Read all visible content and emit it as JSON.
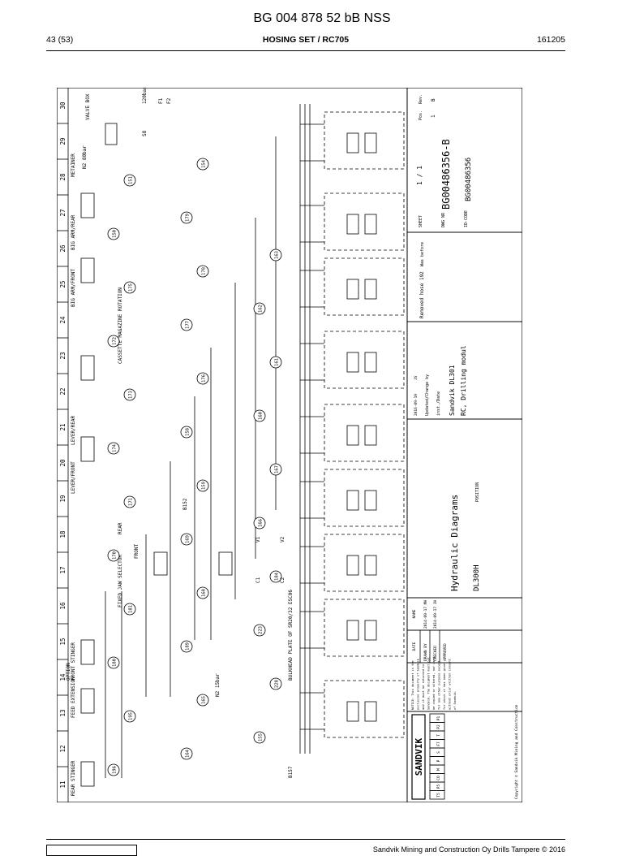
{
  "document_id": "BG 004 878 52 bB NSS",
  "page": "43 (53)",
  "section": "HOSING SET / RC705",
  "date_code": "161205",
  "footer": "Sandvik Mining and Construction Oy Drills Tampere © 2016",
  "drawing": {
    "grid_numbers": [
      "11",
      "12",
      "13",
      "14",
      "15",
      "16",
      "17",
      "18",
      "19",
      "20",
      "21",
      "22",
      "23",
      "24",
      "25",
      "26",
      "27",
      "28",
      "29",
      "30"
    ],
    "component_labels": [
      "REAR STINGER",
      "FEED EXTENSION",
      "FRONT STINGER",
      "OPTION",
      "FRONT",
      "FIXED JAW SELECTOR",
      "REAR",
      "LEVER/FRONT",
      "LEVER/REAR",
      "CASSETTE MAGAZINE ROTATION",
      "BIG ARM/FRONT",
      "BIG ARM/REAR",
      "METAINER",
      "VALVE BOX",
      "BULKHEAD PLATE OF SR20/32 ESC06"
    ],
    "pressure_labels": [
      "N2 80bar",
      "N2 15bar",
      "120bar"
    ],
    "line_numbers": [
      "196",
      "195",
      "180",
      "181",
      "170",
      "171",
      "174",
      "173",
      "172",
      "175",
      "150",
      "151",
      "164",
      "165",
      "189",
      "168",
      "169",
      "159",
      "158",
      "176",
      "177",
      "178",
      "179",
      "154",
      "155",
      "228",
      "223",
      "184",
      "166",
      "167",
      "160",
      "161",
      "162",
      "163"
    ],
    "valve_labels": [
      "B152",
      "B157",
      "C1",
      "C2",
      "V1",
      "V2",
      "S8",
      "F1",
      "F2"
    ],
    "ports": [
      "T5",
      "P5",
      "CO",
      "M",
      "P",
      "S",
      "F7",
      "T",
      "P2",
      "P1"
    ],
    "title_block": {
      "company": "SANDVIK",
      "copyright": "Copyright © Sandvik Mining and Construction",
      "notice": "NOTICE: This document is the exclusive property of Sandvik and it must be returned to Sandvik. The document must not be copied or altered, nor used for any other purpose except for which it has been given without prior written consent of Sandvik.",
      "drawing_title": "Hydraulic Diagrams",
      "machine": "DL300H",
      "subtitle_1": "Sandvik DL301",
      "subtitle_2": "RC, Drilling modul",
      "position_label": "POSITION",
      "rows": [
        "DRAWN BY",
        "CHECKED",
        "APPROVED"
      ],
      "dates": [
        "2014-09-17",
        "2014-09-17"
      ],
      "initials": [
        "MH",
        "JH"
      ],
      "name_label": "NAME",
      "date_label": "DATE",
      "revision_date": "2016-09-19",
      "revision_initials": "JS",
      "revision_text": "Removed hose 192",
      "updated_label": "Updated/Change by",
      "inst_label": "inst./Date",
      "was_before": "Was before",
      "sheet_label": "SHEET",
      "sheet_value": "1 / 1",
      "pos_label": "Pos.",
      "rev_label": "Rev.",
      "pos_value": "1",
      "rev_value": "B",
      "dwg_no_label": "DWG NR",
      "dwg_no": "BG00486356-B",
      "id_code_label": "ID-CODE",
      "id_code": "BG00486356"
    }
  }
}
